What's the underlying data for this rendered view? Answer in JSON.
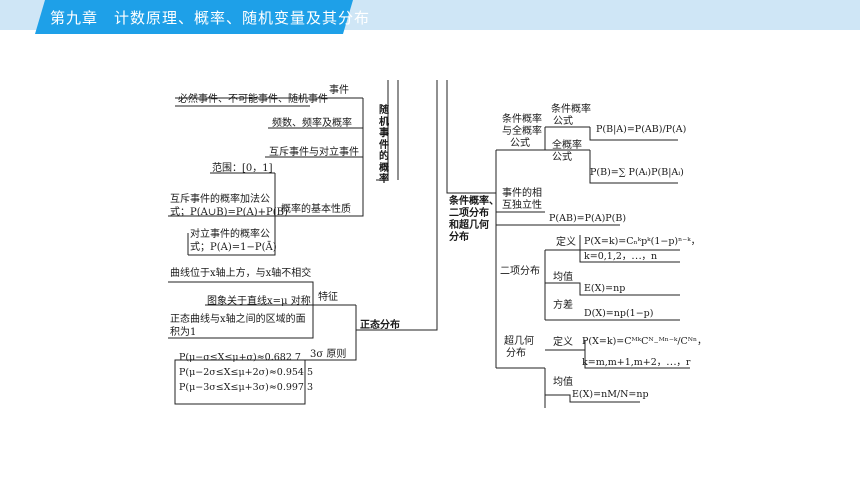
{
  "header": {
    "title": "第九章　计数原理、概率、随机变量及其分布"
  },
  "left_tree": {
    "prob_title": "随机事件的概率",
    "event": "事件",
    "event_types": "必然事件、不可能事件、随机事件",
    "frequency": "频数、频率及概率",
    "mutual": "互斥事件与对立事件",
    "range": "范围：[0，1]",
    "basic_props": "概率的基本性质",
    "add_formula_1": "互斥事件的概率加法公",
    "add_formula_2": "式；P(A∪B)=P(A)+P(B)",
    "comp_formula_1": "对立事件的概率公",
    "comp_formula_2": "式；P(A)=1−P(Ā)",
    "curve_above": "曲线位于x轴上方，与x轴不相交",
    "symmetric": "图象关于直线x=μ 对称",
    "feature": "特征",
    "area_1": "正态曲线与x轴之间的区域的面",
    "area_2": "积为1",
    "normal": "正态分布",
    "three_sigma": "3σ 原则",
    "sigma_1": "P(μ−σ≤X≤μ+σ)≈0.682 7",
    "sigma_2": "P(μ−2σ≤X≤μ+2σ)≈0.954 5",
    "sigma_3": "P(μ−3σ≤X≤μ+3σ)≈0.997 3"
  },
  "right_tree": {
    "hub_1": "条件概率、",
    "hub_2": "二项分布",
    "hub_3": "和超几何",
    "hub_4": "分布",
    "cond_1": "条件概率",
    "cond_2": "与全概率",
    "cond_3": "公式",
    "cond_formula_label_1": "条件概率",
    "cond_formula_label_2": "公式",
    "cond_formula": "P(B|A)=P(AB)/P(A)",
    "total_label_1": "全概率",
    "total_label_2": "公式",
    "total_formula": "P(B)=∑ P(Aᵢ)P(B|Aᵢ)",
    "indep_1": "事件的相",
    "indep_2": "互独立性",
    "indep_formula": "P(AB)=P(A)P(B)",
    "binomial": "二项分布",
    "def": "定义",
    "binom_def_1": "P(X=k)=Cₙᵏpᵏ(1−p)ⁿ⁻ᵏ，",
    "binom_def_2": "k=0,1,2，⋯，n",
    "mean": "均值",
    "binom_mean": "E(X)=np",
    "variance": "方差",
    "binom_var": "D(X)=np(1−p)",
    "hyper_1": "超几何",
    "hyper_2": "分布",
    "hyper_def_label": "定义",
    "hyper_def_1": "P(X=k)=CᴹᵏCᴺ₋ᴹⁿ⁻ᵏ/Cᴺⁿ，",
    "hyper_def_2": "k=m,m+1,m+2，⋯，r",
    "hyper_mean_label": "均值",
    "hyper_mean": "E(X)=nM/N=np"
  }
}
